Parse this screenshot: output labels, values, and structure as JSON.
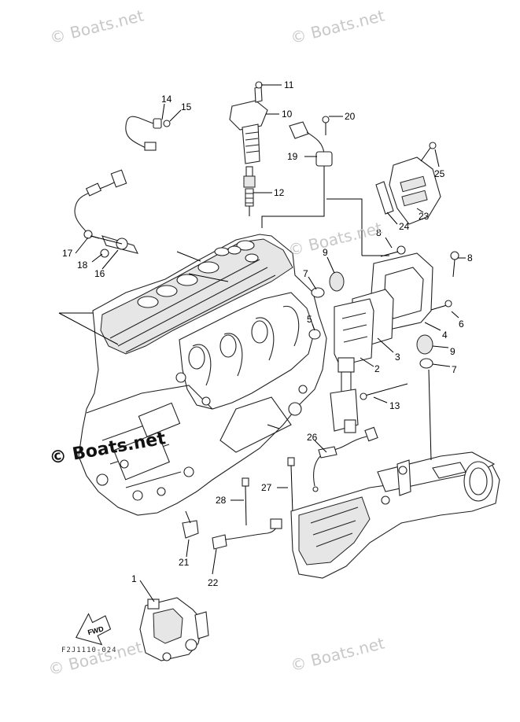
{
  "watermarks": {
    "small": "© Boats.net",
    "large": "© Boats.net"
  },
  "drawing_code": "F2J1110-024",
  "fwd_label": "FWD",
  "part_numbers": [
    "1",
    "2",
    "3",
    "4",
    "5",
    "6",
    "7",
    "8",
    "9",
    "10",
    "11",
    "12",
    "13",
    "14",
    "15",
    "16",
    "17",
    "18",
    "19",
    "20",
    "21",
    "22",
    "23",
    "24",
    "25",
    "26",
    "27",
    "28"
  ],
  "callouts": [
    {
      "num": "11"
    },
    {
      "num": "10"
    },
    {
      "num": "14"
    },
    {
      "num": "15"
    },
    {
      "num": "20"
    },
    {
      "num": "19"
    },
    {
      "num": "25"
    },
    {
      "num": "12"
    },
    {
      "num": "23"
    },
    {
      "num": "24"
    },
    {
      "num": "8"
    },
    {
      "num": "8"
    },
    {
      "num": "17"
    },
    {
      "num": "18"
    },
    {
      "num": "16"
    },
    {
      "num": "7"
    },
    {
      "num": "9"
    },
    {
      "num": "5"
    },
    {
      "num": "6"
    },
    {
      "num": "4"
    },
    {
      "num": "3"
    },
    {
      "num": "2"
    },
    {
      "num": "9"
    },
    {
      "num": "7"
    },
    {
      "num": "13"
    },
    {
      "num": "26"
    },
    {
      "num": "27"
    },
    {
      "num": "28"
    },
    {
      "num": "21"
    },
    {
      "num": "22"
    },
    {
      "num": "1"
    }
  ]
}
